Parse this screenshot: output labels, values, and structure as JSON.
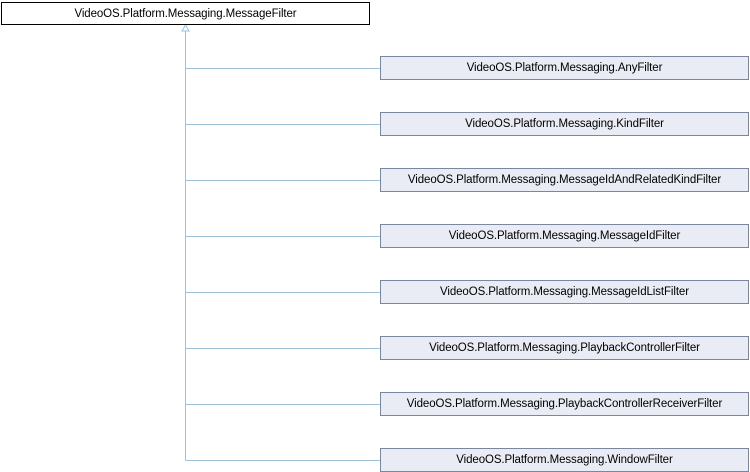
{
  "diagram": {
    "base": {
      "label": "VideoOS.Platform.Messaging.MessageFilter"
    },
    "children": [
      {
        "label": "VideoOS.Platform.Messaging.AnyFilter"
      },
      {
        "label": "VideoOS.Platform.Messaging.KindFilter"
      },
      {
        "label": "VideoOS.Platform.Messaging.MessageIdAndRelatedKindFilter"
      },
      {
        "label": "VideoOS.Platform.Messaging.MessageIdFilter"
      },
      {
        "label": "VideoOS.Platform.Messaging.MessageIdListFilter"
      },
      {
        "label": "VideoOS.Platform.Messaging.PlaybackControllerFilter"
      },
      {
        "label": "VideoOS.Platform.Messaging.PlaybackControllerReceiverFilter"
      },
      {
        "label": "VideoOS.Platform.Messaging.WindowFilter"
      }
    ],
    "colors": {
      "edge": "#9fc2da",
      "child_fill": "#e9ecf5",
      "child_border": "#7b869f",
      "base_border": "#000000"
    }
  }
}
